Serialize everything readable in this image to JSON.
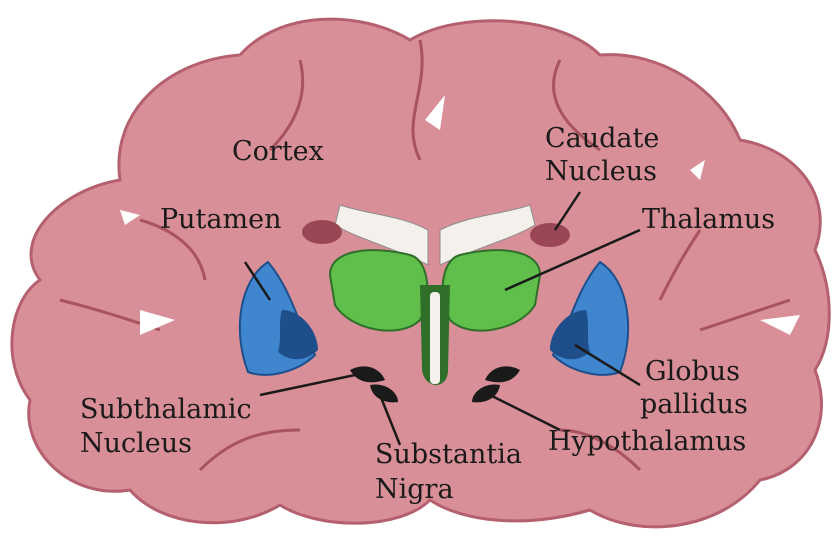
{
  "labels": {
    "cortex": "Cortex",
    "caudate_line1": "Caudate",
    "caudate_line2": "Nucleus",
    "putamen": "Putamen",
    "thalamus": "Thalamus",
    "globus_line1": "Globus",
    "globus_line2": "pallidus",
    "subthalamic_line1": "Subthalamic",
    "subthalamic_line2": "Nucleus",
    "substantia_line1": "Substantia",
    "substantia_line2": "Nigra",
    "hypothalamus": "Hypothalamus"
  },
  "colors": {
    "brain_fill": "#d98f98",
    "brain_outline": "#b5606e",
    "sulcus": "#a9535f",
    "ventricle": "#f4f1ec",
    "thalamus": "#5fbf4a",
    "thalamus_dark": "#2f6f2a",
    "putamen": "#3f86cf",
    "globus": "#1f4f8a",
    "caudate": "#9b4654",
    "nigra": "#1a1a1a",
    "leader": "#1a1a1a"
  }
}
